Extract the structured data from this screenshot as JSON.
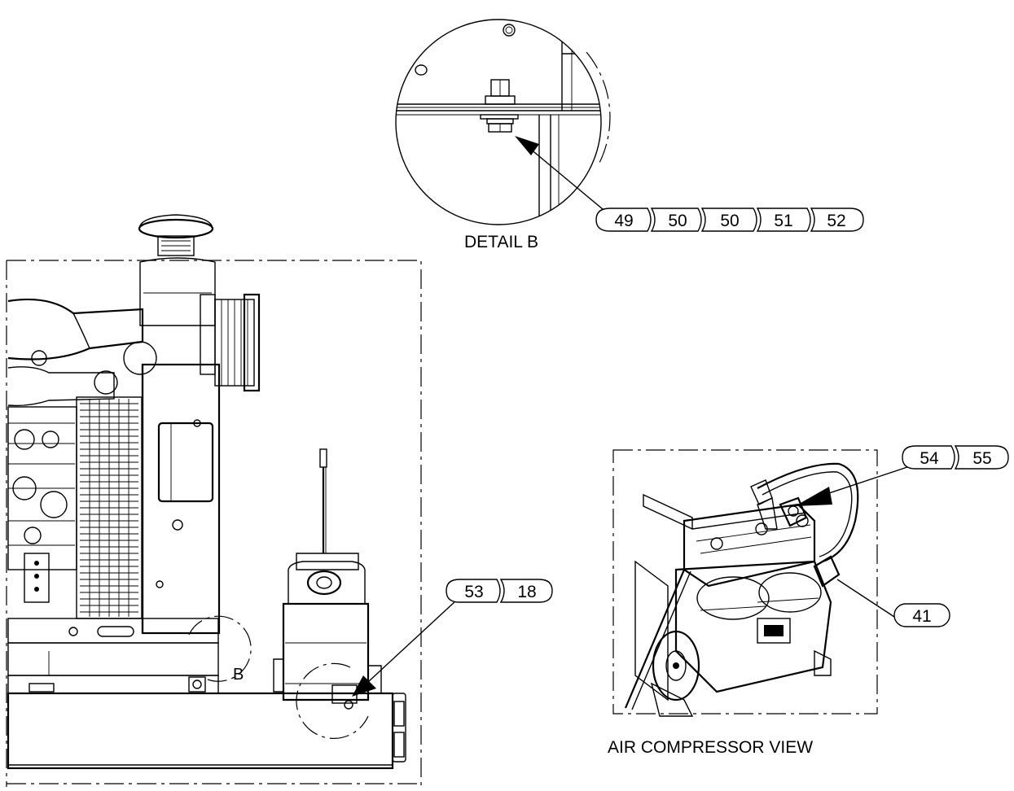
{
  "captions": {
    "detail_b": "DETAIL B",
    "air_compressor_view": "AIR COMPRESSOR VIEW",
    "detail_marker": "B"
  },
  "callouts": {
    "detail_b_group": [
      "49",
      "50",
      "50",
      "51",
      "52"
    ],
    "tank_group": [
      "53",
      "18"
    ],
    "compressor_top_group": [
      "54",
      "55"
    ],
    "compressor_side": "41"
  }
}
